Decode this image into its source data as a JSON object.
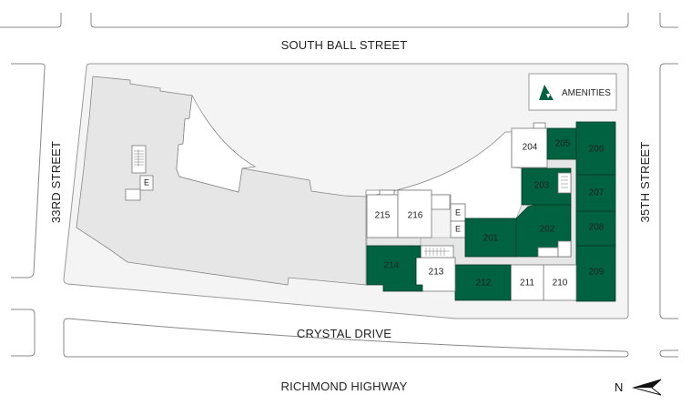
{
  "streets": {
    "north": "SOUTH BALL STREET",
    "south_inner": "CRYSTAL DRIVE",
    "south_outer": "RICHMOND HIGHWAY",
    "west": "33RD STREET",
    "east": "35TH STREET"
  },
  "amenities": {
    "label": "AMENITIES",
    "icon": "triangle-logo-icon"
  },
  "compass": {
    "label": "N",
    "icon": "north-arrow-icon"
  },
  "elevator_label": "E",
  "colors": {
    "available": "#006241",
    "unavailable": "#ffffff",
    "common": "#e6e6e6",
    "site": "#f4f4f4"
  },
  "units": [
    {
      "id": "201",
      "status": "available"
    },
    {
      "id": "202",
      "status": "available"
    },
    {
      "id": "203",
      "status": "available"
    },
    {
      "id": "204",
      "status": "unavailable"
    },
    {
      "id": "205",
      "status": "available"
    },
    {
      "id": "206",
      "status": "available"
    },
    {
      "id": "207",
      "status": "available"
    },
    {
      "id": "208",
      "status": "available"
    },
    {
      "id": "209",
      "status": "available"
    },
    {
      "id": "210",
      "status": "unavailable"
    },
    {
      "id": "211",
      "status": "unavailable"
    },
    {
      "id": "212",
      "status": "available"
    },
    {
      "id": "213",
      "status": "unavailable"
    },
    {
      "id": "214",
      "status": "available"
    },
    {
      "id": "215",
      "status": "unavailable"
    },
    {
      "id": "216",
      "status": "unavailable"
    }
  ]
}
